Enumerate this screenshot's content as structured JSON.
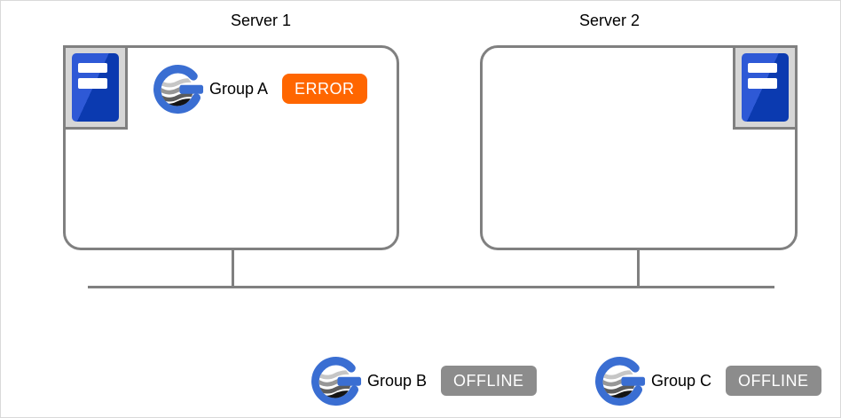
{
  "diagram": {
    "servers": [
      {
        "title": "Server 1",
        "icon": "tower-server-icon",
        "icon_side": "left",
        "groups": [
          {
            "label": "Group A",
            "status": "ERROR",
            "status_color": "#ff6600"
          }
        ]
      },
      {
        "title": "Server 2",
        "icon": "tower-server-icon",
        "icon_side": "right",
        "groups": []
      }
    ],
    "standalone_groups": [
      {
        "label": "Group B",
        "status": "OFFLINE",
        "status_color": "#8c8c8c"
      },
      {
        "label": "Group C",
        "status": "OFFLINE",
        "status_color": "#8c8c8c"
      }
    ],
    "icons": {
      "group": "group-globe-icon",
      "server": "tower-server-icon"
    },
    "colors": {
      "error_badge": "#ff6600",
      "offline_badge": "#8c8c8c",
      "connector_line": "#808080",
      "panel_border": "#808080",
      "server_icon_blue": "#0b3ab0",
      "group_logo_blue": "#3a6ed2"
    }
  }
}
